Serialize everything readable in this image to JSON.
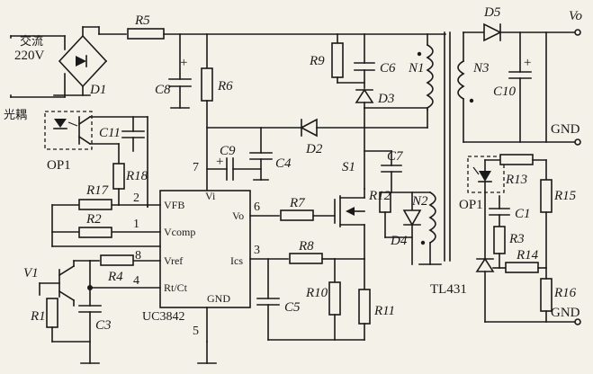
{
  "input": {
    "line1": "交流",
    "line2": "220V"
  },
  "optocoupler_label": "光耦",
  "components": {
    "R5": "R5",
    "R6": "R6",
    "R9": "R9",
    "R2": "R2",
    "R4": "R4",
    "R1": "R1",
    "R7": "R7",
    "R8": "R8",
    "R10": "R10",
    "R11": "R11",
    "R12": "R12",
    "R13": "R13",
    "R14": "R14",
    "R15": "R15",
    "R16": "R16",
    "R17": "R17",
    "R18": "R18",
    "R3": "R3",
    "C8": "C8",
    "C6": "C6",
    "C11": "C11",
    "C9": "C9",
    "C4": "C4",
    "C7": "C7",
    "C10": "C10",
    "C1": "C1",
    "C3": "C3",
    "C5": "C5",
    "D1": "D1",
    "D2": "D2",
    "D3": "D3",
    "D4": "D4",
    "D5": "D5",
    "N1": "N1",
    "N2": "N2",
    "N3": "N3",
    "S1": "S1",
    "V1": "V1",
    "OP1_left": "OP1",
    "OP1_right": "OP1",
    "TL431": "TL431"
  },
  "output": {
    "vo": "Vo",
    "gnd_top": "GND",
    "gnd_bottom": "GND"
  },
  "chip": {
    "name": "UC3842",
    "pins": {
      "vfb": "VFB",
      "vi": "Vi",
      "vo": "Vo",
      "vcomp": "Vcomp",
      "vref": "Vref",
      "ics": "Ics",
      "rtct": "Rt/Ct",
      "gnd": "GND"
    },
    "pin_numbers": {
      "p1": "1",
      "p2": "2",
      "p3": "3",
      "p4": "4",
      "p5": "5",
      "p6": "6",
      "p7": "7",
      "p8": "8"
    }
  },
  "polarity": {
    "c8": "+",
    "c9": "+",
    "c10": "+"
  }
}
